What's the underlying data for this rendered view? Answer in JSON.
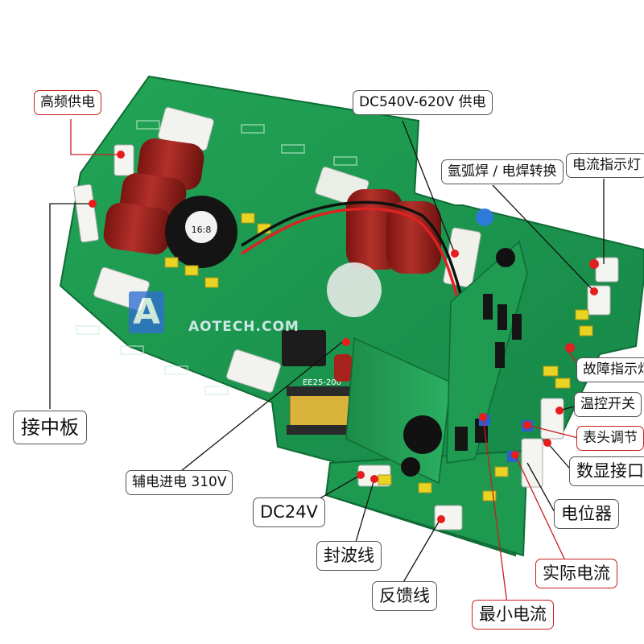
{
  "labels": {
    "hf_power": "高频供电",
    "dc540": "DC540V-620V 供电",
    "argon_switch": "氩弧焊 / 电焊转换",
    "current_light": "电流指示灯",
    "fault_light": "故障指示灯",
    "temp_switch": "温控开关",
    "meter_adjust": "表头调节",
    "digital_port": "数显接口",
    "potentiometer": "电位器",
    "actual_current": "实际电流",
    "min_current": "最小电流",
    "feedback": "反馈线",
    "seal_wave": "封波线",
    "dc24": "DC24V",
    "aux_in": "辅电进电 310V",
    "middle_board": "接中板"
  },
  "watermark": {
    "letter": "A",
    "text": "AOTECH.COM"
  },
  "board_text": {
    "toroid": "16:8",
    "transformer": "EE25-200"
  },
  "colors": {
    "pcb_green": "#1f9a4e",
    "capacitor_red": "#9e1f1a",
    "callout_red": "#c81e1e",
    "leader_black": "#111111"
  }
}
